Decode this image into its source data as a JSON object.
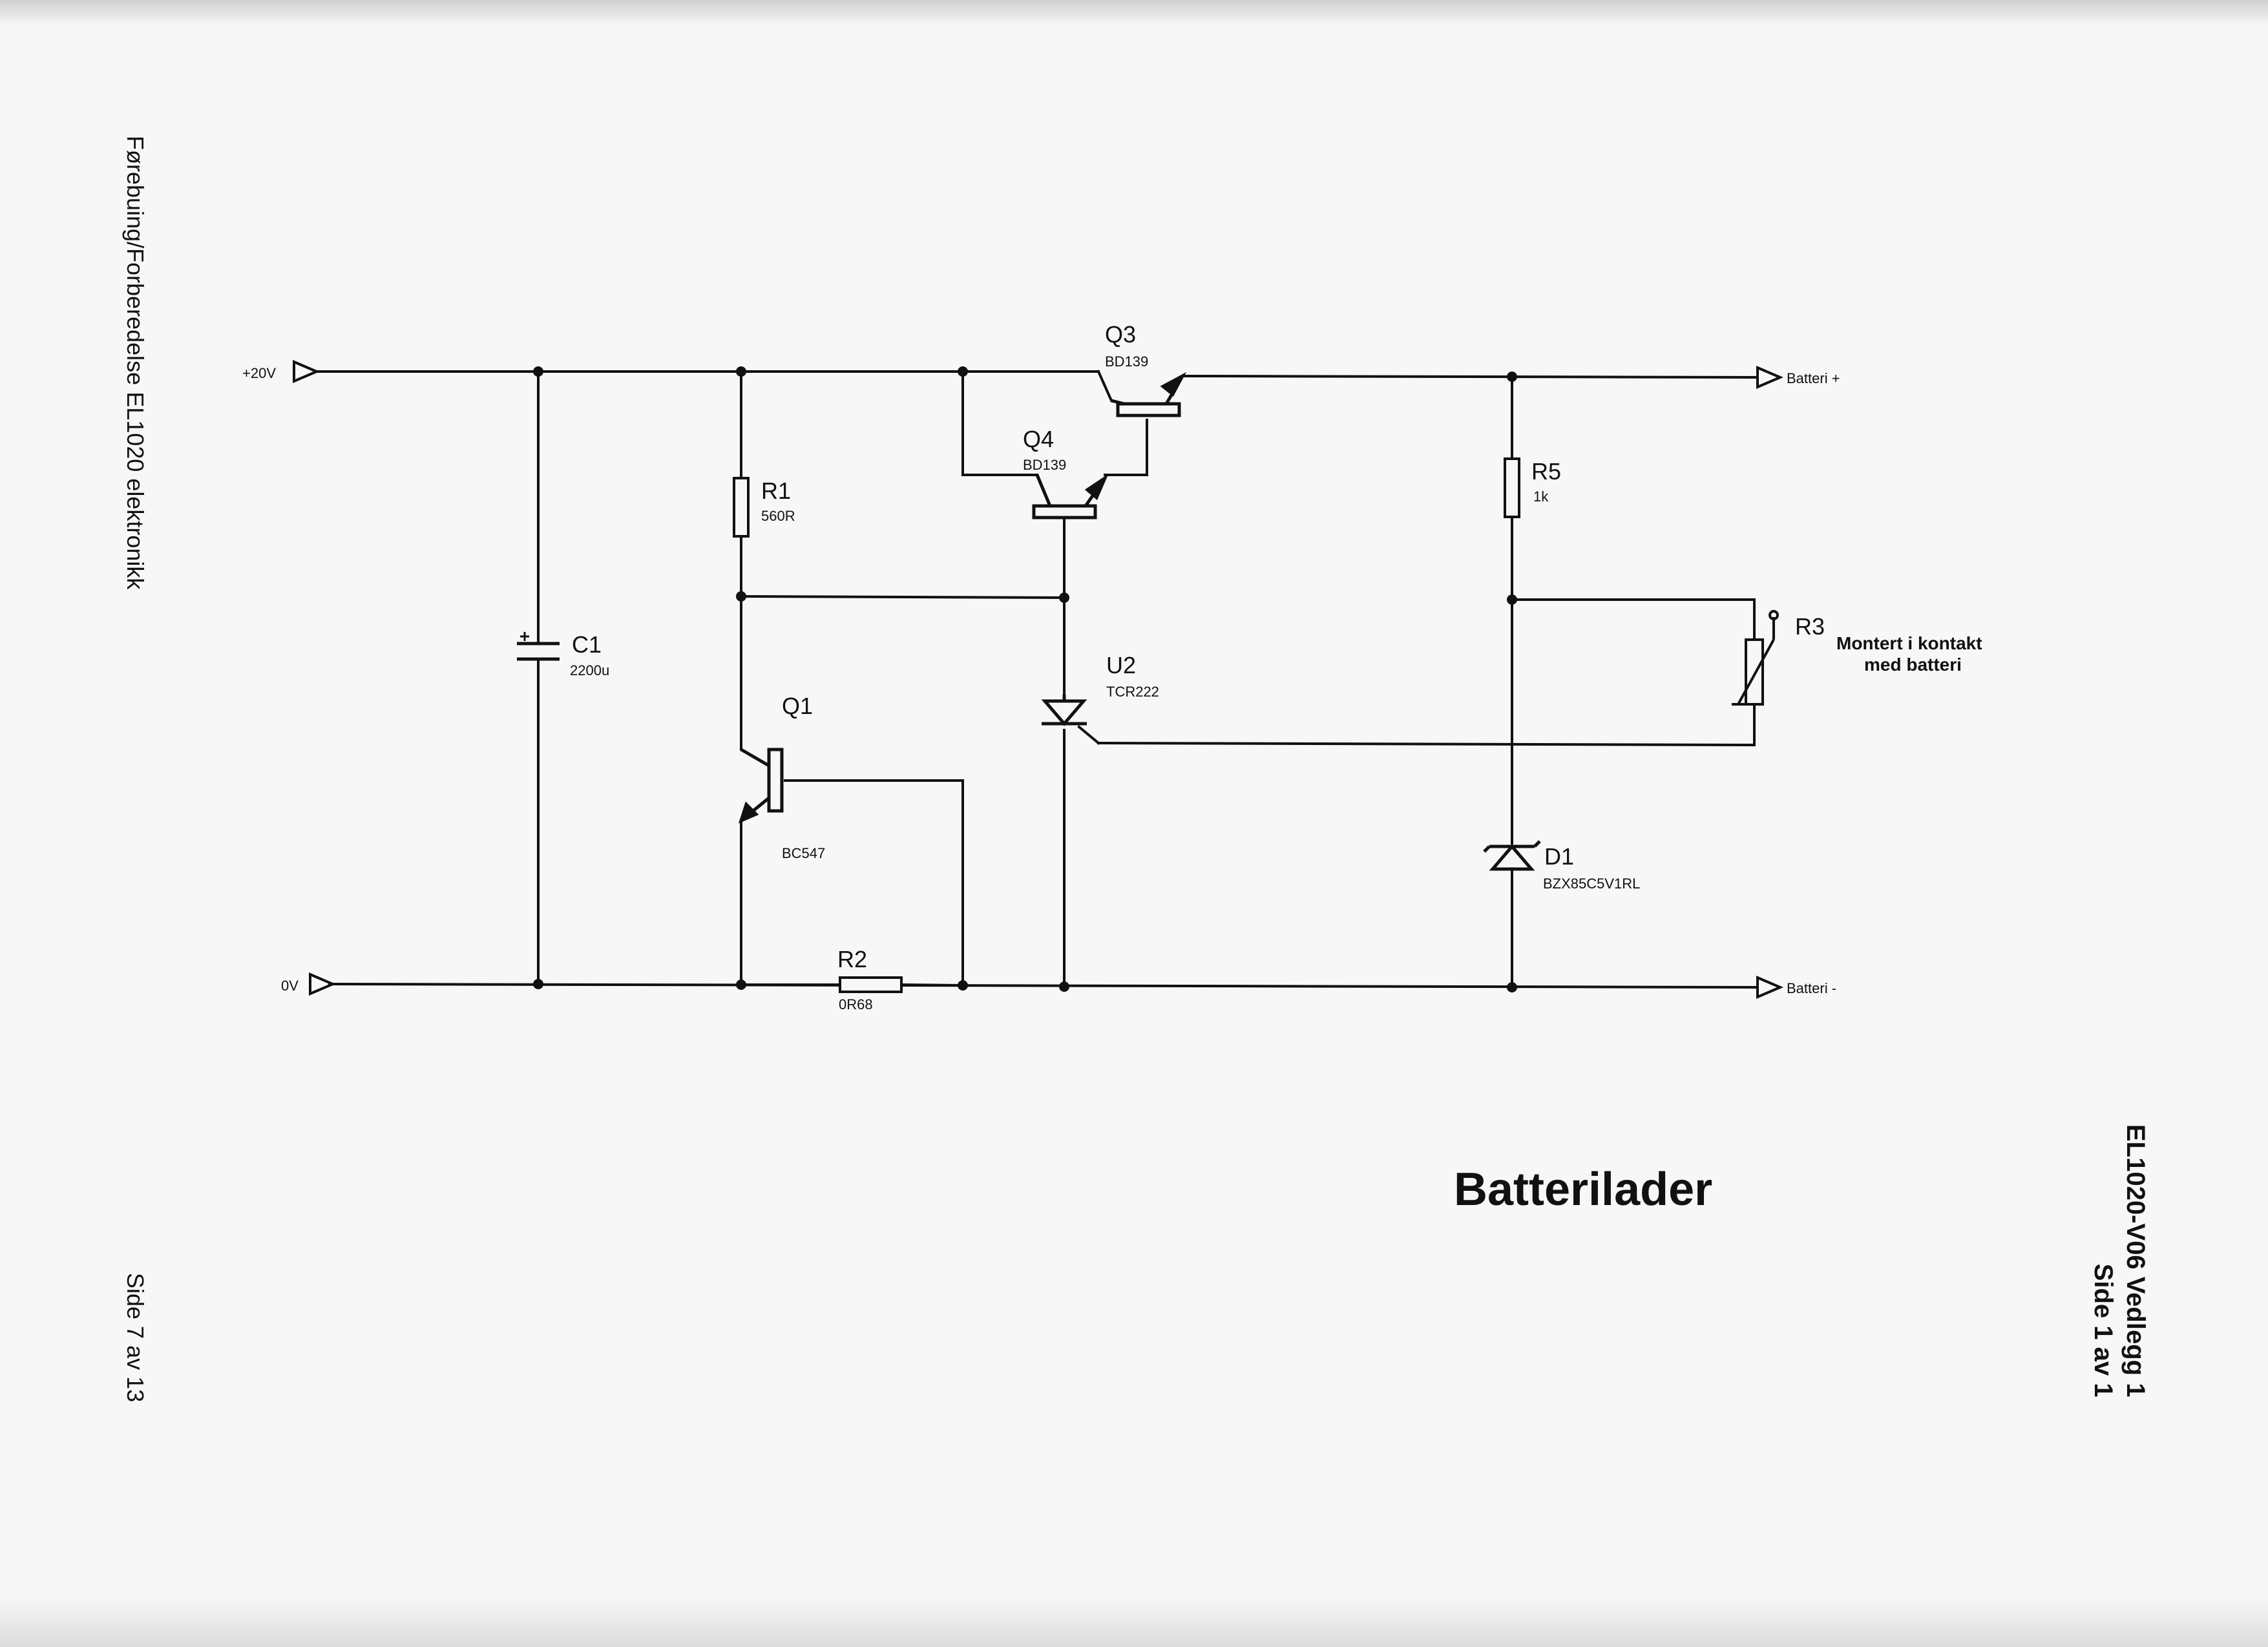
{
  "page": {
    "left_header": "Førebuing/Forberedelse EL1020 elektronikk",
    "left_footer": "Side 7 av 13",
    "right_label_line1": "EL1020-V06 Vedlegg 1",
    "right_label_line2": "Side 1 av 1",
    "title": "Batterilader"
  },
  "schematic": {
    "nets": {
      "supply_pos": "+20V",
      "supply_gnd": "0V",
      "out_pos": "Batteri +",
      "out_neg": "Batteri -"
    },
    "components": {
      "c1": {
        "ref": "C1",
        "value": "2200u"
      },
      "r1": {
        "ref": "R1",
        "value": "560R"
      },
      "r2": {
        "ref": "R2",
        "value": "0R68"
      },
      "r3": {
        "ref": "R3",
        "note_line1": "Montert i kontakt",
        "note_line2": "med batteri"
      },
      "r5": {
        "ref": "R5",
        "value": "1k"
      },
      "q1": {
        "ref": "Q1",
        "value": "BC547"
      },
      "q3": {
        "ref": "Q3",
        "value": "BD139"
      },
      "q4": {
        "ref": "Q4",
        "value": "BD139"
      },
      "u2": {
        "ref": "U2",
        "value": "TCR222"
      },
      "d1": {
        "ref": "D1",
        "value": "BZX85C5V1RL"
      }
    }
  }
}
